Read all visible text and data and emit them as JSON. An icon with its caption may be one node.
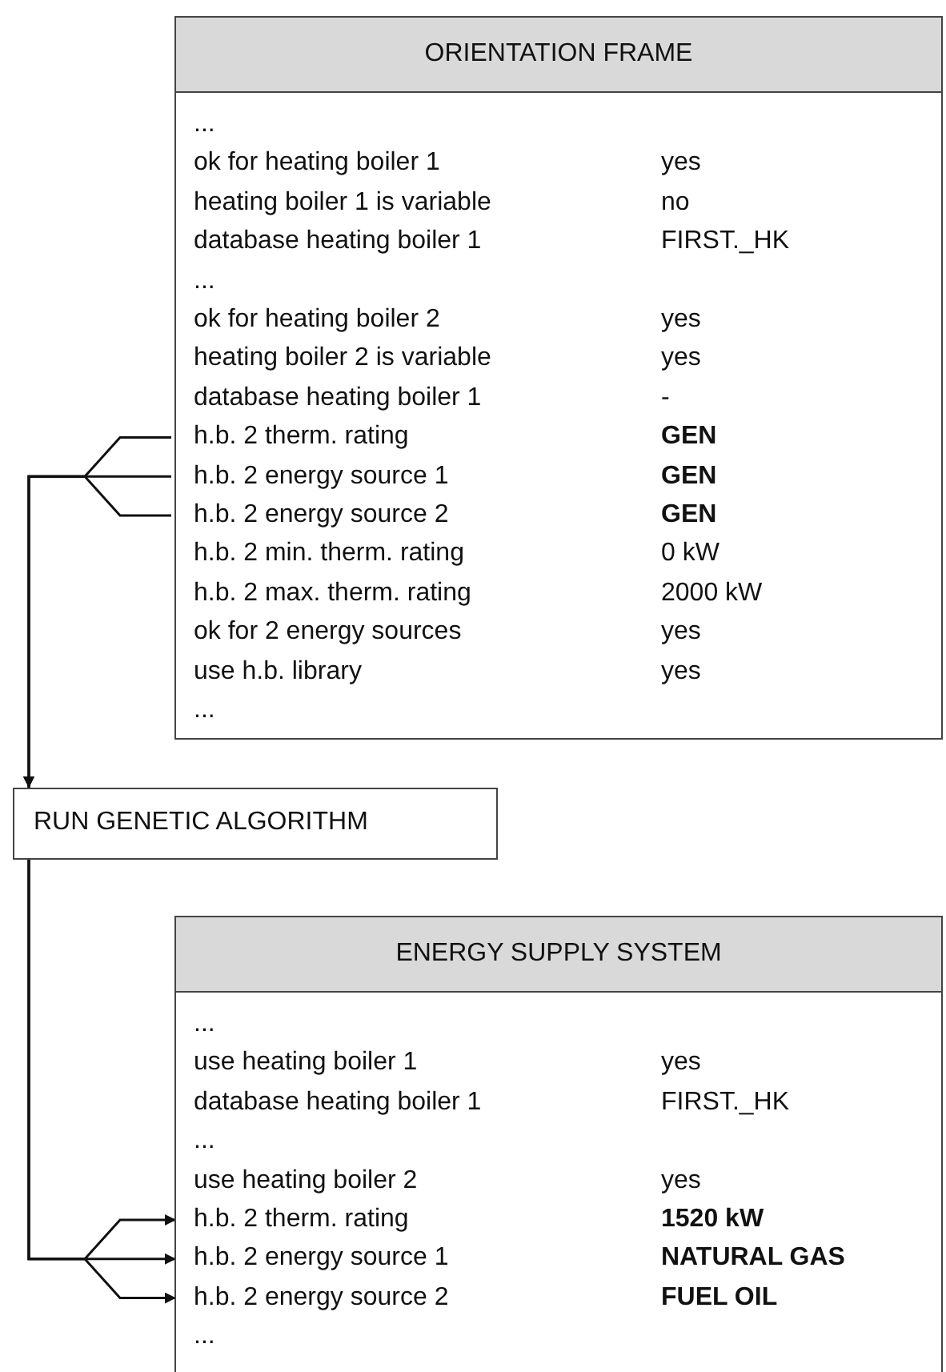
{
  "diagram": {
    "nodes": [
      {
        "text": [
          "ORIENTATION FRAME"
        ]
      },
      {
        "text": [
          "h.b. 2 therm. rating",
          "GEN"
        ],
        "in": 0
      },
      {
        "text": [
          "h.b. 2 energy source 1",
          "GEN"
        ],
        "in": 0
      },
      {
        "text": [
          "h.b. 2 energy source 2",
          "GEN"
        ],
        "in": 0
      },
      {
        "text": [
          "RUN GENETIC ALGORITHM"
        ]
      },
      {
        "text": [
          "ENERGY SUPPLY SYSTEM"
        ]
      },
      {
        "text": [
          "h.b. 2 therm. rating",
          "1520 kW"
        ],
        "in": 5
      },
      {
        "text": [
          "h.b. 2 energy source 1",
          "NATURAL GAS"
        ],
        "in": 5
      },
      {
        "text": [
          "h.b. 2 energy source 2",
          "FUEL OIL"
        ],
        "in": 5
      }
    ],
    "edges": [
      {
        "from": 1,
        "to": 4,
        "arrow": "to"
      },
      {
        "from": 2,
        "to": 4,
        "arrow": "to"
      },
      {
        "from": 3,
        "to": 4,
        "arrow": "to"
      },
      {
        "from": 4,
        "to": 6,
        "arrow": "to"
      },
      {
        "from": 4,
        "to": 7,
        "arrow": "to"
      },
      {
        "from": 4,
        "to": 8,
        "arrow": "to"
      }
    ],
    "labels": [
      "...",
      "ok for heating boiler 1",
      "yes",
      "heating boiler 1 is variable",
      "no",
      "database heating boiler 1",
      "FIRST._HK",
      "...",
      "ok for heating boiler 2",
      "yes",
      "heating boiler 2 is variable",
      "yes",
      "database heating boiler 1",
      "-",
      "h.b. 2 min. therm. rating",
      "0 kW",
      "h.b. 2 max. therm. rating",
      "2000 kW",
      "ok for 2 energy sources",
      "yes",
      "use h.b. library",
      "yes",
      "...",
      "...",
      "use heating boiler 1",
      "yes",
      "database heating boiler 1",
      "FIRST._HK",
      "...",
      "use heating boiler 2",
      "yes",
      "..."
    ]
  }
}
